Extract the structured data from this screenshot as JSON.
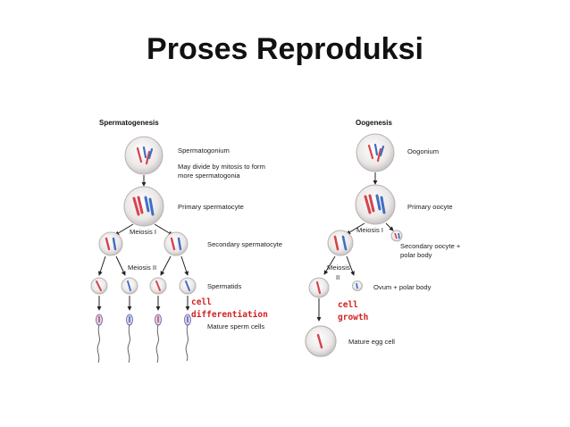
{
  "title": "Proses Reproduksi",
  "spermatogenesis": {
    "header": "Spermatogenesis",
    "spermatogonium": "Spermatogonium",
    "mitosis_note_1": "May divide by mitosis to form",
    "mitosis_note_2": "more spermatogonia",
    "primary": "Primary spermatocyte",
    "meiosis1": "Meiosis I",
    "secondary": "Secondary spermatocyte",
    "meiosis2": "Meiosis II",
    "spermatids": "Spermatids",
    "diff_1": "cell",
    "diff_2": "differentiation",
    "mature": "Mature sperm cells"
  },
  "oogenesis": {
    "header": "Oogenesis",
    "oogonium": "Oogonium",
    "primary": "Primary oocyte",
    "meiosis1": "Meiosis I",
    "secondary_1": "Secondary oocyte +",
    "secondary_2": "polar body",
    "meiosis2_a": "Meiosis",
    "meiosis2_b": "II",
    "ovum": "Ovum + polar body",
    "growth_1": "cell",
    "growth_2": "growth",
    "mature": "Mature egg cell"
  },
  "colors": {
    "chrom_red": "#d8434b",
    "chrom_blue": "#3f6fc4",
    "annotation_red": "#d42020",
    "cell_fill": "#e9e6e6"
  }
}
